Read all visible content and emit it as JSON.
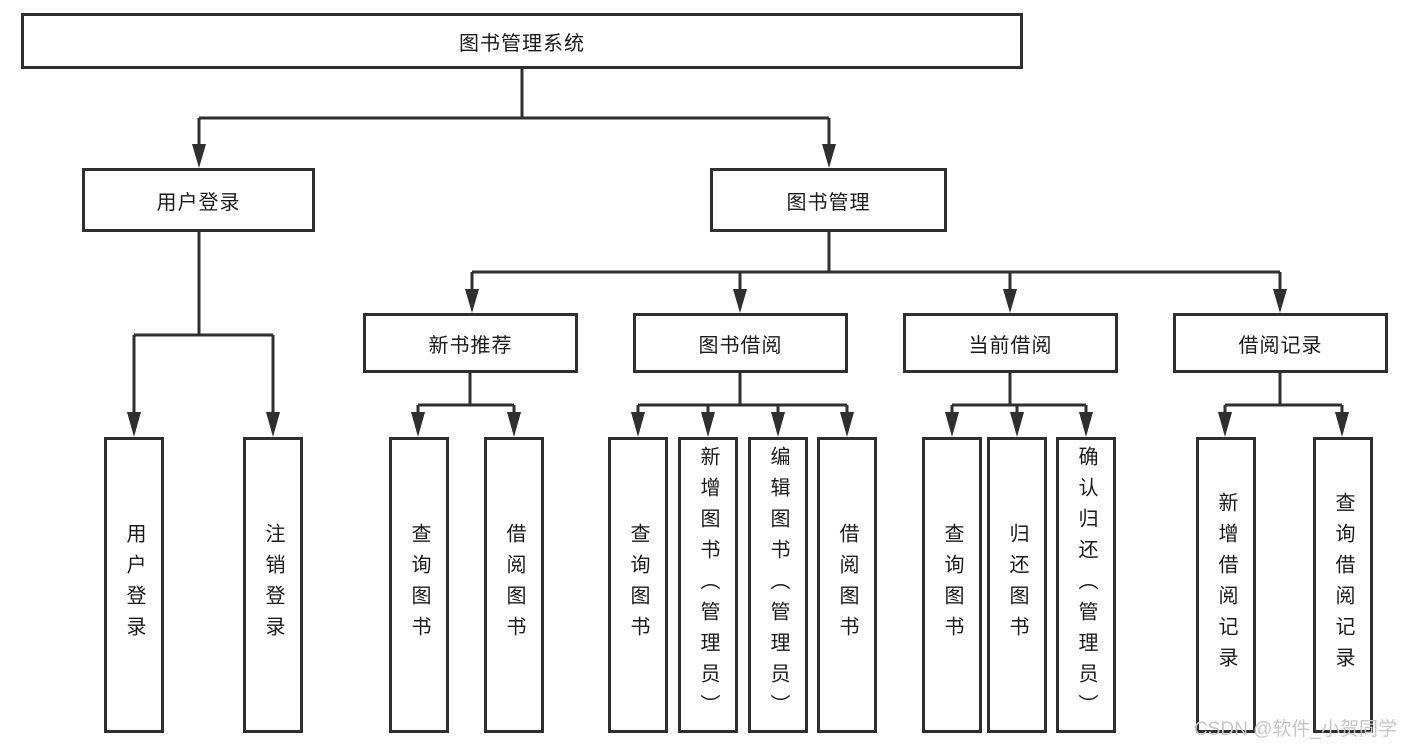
{
  "diagram": {
    "type": "hierarchy-flowchart",
    "root": "图书管理系统",
    "level2": [
      "用户登录",
      "图书管理"
    ],
    "level3": [
      "新书推荐",
      "图书借阅",
      "当前借阅",
      "借阅记录"
    ],
    "leaves": [
      "用户登录",
      "注销登录",
      "查询图书",
      "借阅图书",
      "查询图书",
      "新增图书（管理员）",
      "编辑图书（管理员）",
      "借阅图书",
      "查询图书",
      "归还图书",
      "确认归还（管理员）",
      "新增借阅记录",
      "查询借阅记录"
    ],
    "structure": {
      "图书管理系统": [
        "用户登录",
        "图书管理"
      ],
      "用户登录": [
        "用户登录",
        "注销登录"
      ],
      "图书管理": [
        "新书推荐",
        "图书借阅",
        "当前借阅",
        "借阅记录"
      ],
      "新书推荐": [
        "查询图书",
        "借阅图书"
      ],
      "图书借阅": [
        "查询图书",
        "新增图书（管理员）",
        "编辑图书（管理员）",
        "借阅图书"
      ],
      "当前借阅": [
        "查询图书",
        "归还图书",
        "确认归还（管理员）"
      ],
      "借阅记录": [
        "新增借阅记录",
        "查询借阅记录"
      ]
    },
    "watermark": "CSDN @软件_小贺同学",
    "colors": {
      "line": "#2f2f2f",
      "text": "#1a1a1a",
      "watermark": "#c6c6c6",
      "background": "#ffffff"
    }
  }
}
